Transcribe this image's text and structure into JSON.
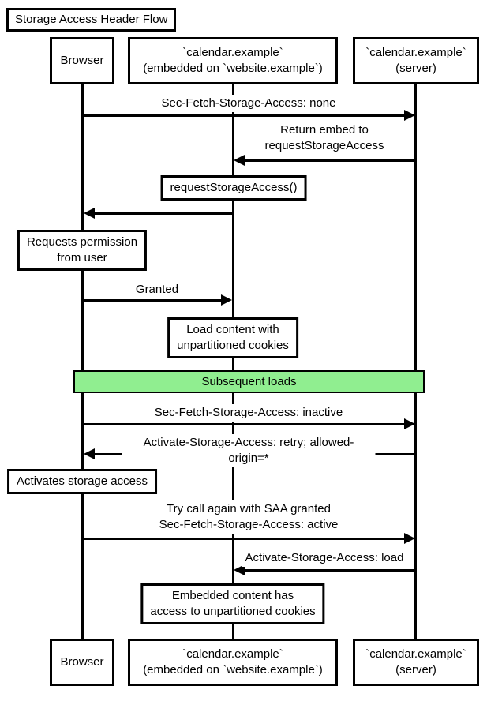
{
  "diagram": {
    "title": "Storage Access Header Flow",
    "type": "sequence-diagram"
  },
  "participants": [
    {
      "id": "browser",
      "label": "Browser"
    },
    {
      "id": "embed",
      "label": "`calendar.example`\n(embedded on `website.example`)"
    },
    {
      "id": "server",
      "label": "`calendar.example`\n(server)"
    }
  ],
  "events": [
    {
      "type": "message",
      "from": "browser",
      "to": "server",
      "label": "Sec-Fetch-Storage-Access: none"
    },
    {
      "type": "message",
      "from": "server",
      "to": "embed",
      "label": "Return embed to\nrequestStorageAccess"
    },
    {
      "type": "note",
      "over": "embed",
      "label": "requestStorageAccess()"
    },
    {
      "type": "message",
      "from": "embed",
      "to": "browser",
      "label": ""
    },
    {
      "type": "note",
      "over": "browser",
      "label": "Requests permission\nfrom user"
    },
    {
      "type": "message",
      "from": "browser",
      "to": "embed",
      "label": "Granted"
    },
    {
      "type": "note",
      "over": "embed",
      "label": "Load content with\nunpartitioned cookies"
    },
    {
      "type": "divider",
      "label": "Subsequent loads"
    },
    {
      "type": "message",
      "from": "browser",
      "to": "server",
      "label": "Sec-Fetch-Storage-Access: inactive"
    },
    {
      "type": "message",
      "from": "server",
      "to": "browser",
      "label": "Activate-Storage-Access: retry; allowed-origin=*"
    },
    {
      "type": "note",
      "over": "browser",
      "label": "Activates storage access"
    },
    {
      "type": "message",
      "from": "browser",
      "to": "server",
      "label": "Try call again with SAA granted\nSec-Fetch-Storage-Access: active"
    },
    {
      "type": "message",
      "from": "server",
      "to": "embed",
      "label": "Activate-Storage-Access: load"
    },
    {
      "type": "note",
      "over": "embed",
      "label": "Embedded content has\naccess to unpartitioned cookies"
    }
  ],
  "colors": {
    "line": "#000000",
    "note_fill": "#ffffff",
    "divider_fill": "#90ee90",
    "background": "#ffffff"
  }
}
